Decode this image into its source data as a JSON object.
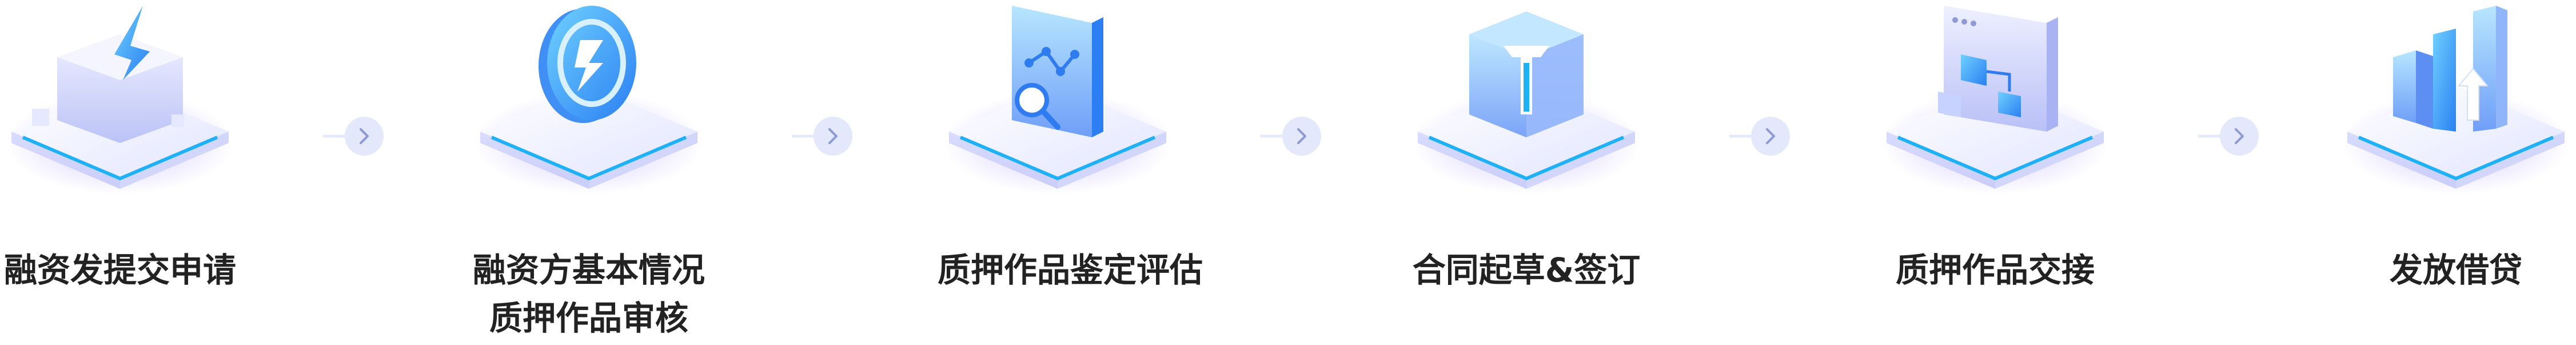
{
  "steps": [
    {
      "icon": "paper-plane-box-icon",
      "label_lines": [
        "融资发提交申请"
      ]
    },
    {
      "icon": "refresh-coin-icon",
      "label_lines": [
        "融资方基本情况",
        "质押作品审核"
      ]
    },
    {
      "icon": "document-search-icon",
      "label_lines": [
        "质押作品鉴定评估"
      ]
    },
    {
      "icon": "contract-cube-icon",
      "label_lines": [
        "合同起草&签订"
      ]
    },
    {
      "icon": "flow-handover-icon",
      "label_lines": [
        "质押作品交接"
      ]
    },
    {
      "icon": "growth-chart-icon",
      "label_lines": [
        "发放借贷"
      ]
    }
  ],
  "connector_icon": "chevron-right-icon",
  "colors": {
    "accent": "#1fb1f5",
    "platform": "#e9ebff",
    "label": "#222222",
    "arrow_circle": "#e3e8fb"
  }
}
